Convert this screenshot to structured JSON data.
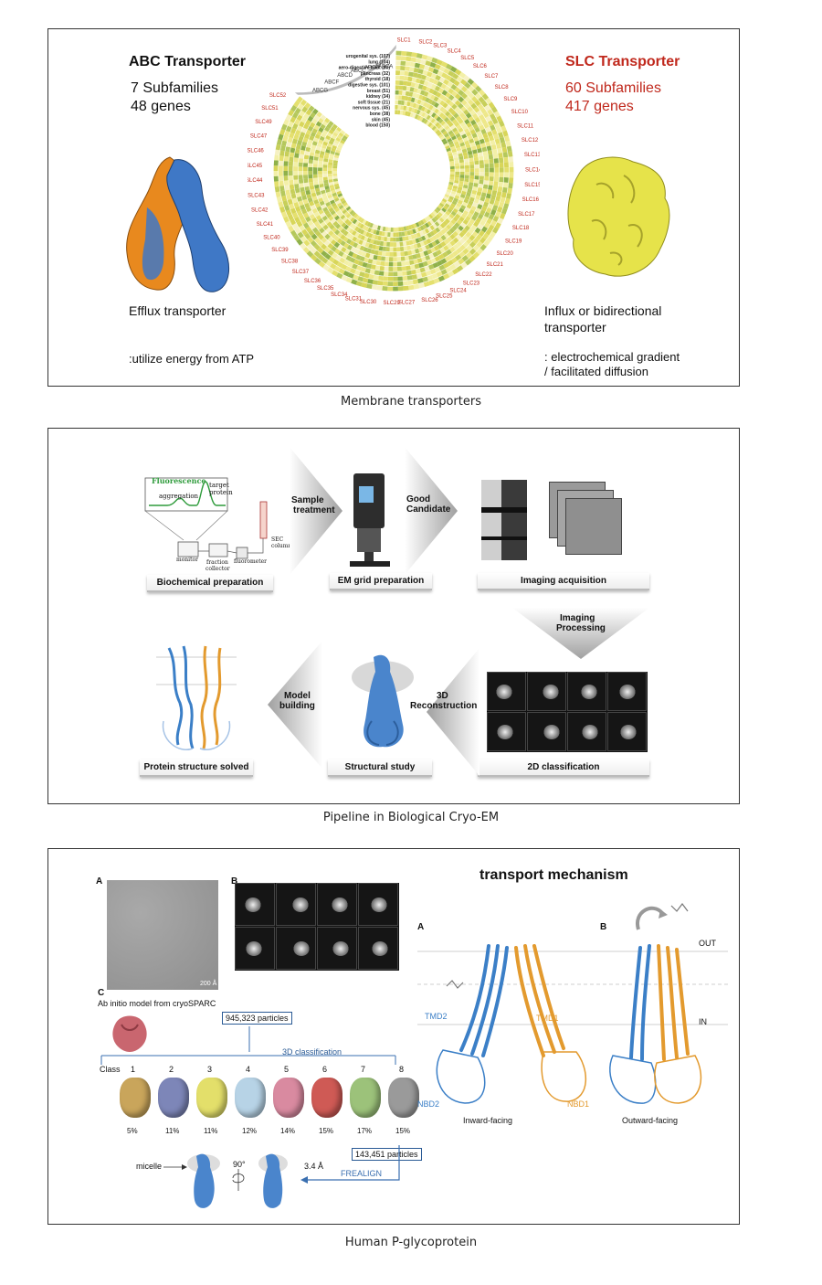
{
  "panel1": {
    "abc": {
      "title": "ABC Transporter",
      "subfamilies": "7 Subfamilies",
      "genes": "48 genes",
      "role": "Efflux transporter",
      "energy": ":utilize energy from ATP",
      "subfamily_labels": [
        "ABCG",
        "ABCF",
        "ABCD",
        "ABCC",
        "ABCB",
        "ABCA"
      ]
    },
    "slc": {
      "title": "SLC Transporter",
      "subfamilies": "60 Subfamilies",
      "genes": "417 genes",
      "role_line1": "Influx or bidirectional",
      "role_line2": "transporter",
      "mechanism_line1": ": electrochemical gradient",
      "mechanism_line2": "/ facilitated diffusion"
    },
    "tissues": [
      "urogenital sys. (107)",
      "lung (104)",
      "aero-digestive tract (80)",
      "pancreas (32)",
      "thyroid (18)",
      "digestive sys. (101)",
      "breast (51)",
      "kidney (34)",
      "soft tissue (21)",
      "nervous sys. (45)",
      "bone (38)",
      "skin (45)",
      "blood (150)"
    ],
    "slc_right": [
      "SLC1",
      "SLC2",
      "SLC3",
      "SLC4",
      "SLC5",
      "SLC6",
      "SLC7",
      "SLC8",
      "SLC9",
      "SLC10",
      "SLC11",
      "SLC12",
      "SLC13",
      "SLC14",
      "SLC15",
      "SLC16",
      "SLC17",
      "SLC18",
      "SLC19",
      "SLC20",
      "SLC21",
      "SLC22",
      "SLC23",
      "SLC24",
      "SLC25",
      "SLC26",
      "SLC27",
      "SLC29",
      "SLC30",
      "SLC31",
      "SLC34",
      "SLC35",
      "SLC36",
      "SLC37",
      "SLC38",
      "SLC39",
      "SLC40",
      "SLC41",
      "SLC42",
      "SLC43",
      "SLC44",
      "SLC45",
      "SLC46",
      "SLC47",
      "SLC49",
      "SLC51",
      "SLC52"
    ],
    "colors": {
      "abc_blue": "#3f78c6",
      "abc_orange": "#e8891e",
      "slc_yellow": "#e6e34a",
      "label_red": "#c0281c"
    }
  },
  "caption1": "Membrane transporters",
  "panel2": {
    "steps": {
      "biochem": "Biochemical preparation",
      "grid": "EM grid preparation",
      "imaging": "Imaging acquisition",
      "classification": "2D classification",
      "structural": "Structural study",
      "solved": "Protein structure solved"
    },
    "arrows": {
      "sample": [
        "Sample",
        "treatment"
      ],
      "good": [
        "Good",
        "Candidate"
      ],
      "processing": [
        "Imaging",
        "Processing"
      ],
      "recon": [
        "3D",
        "Reconstruction"
      ],
      "model": [
        "Model",
        "building"
      ]
    },
    "sec": {
      "fluorescence": "Fluorescence",
      "aggregation": "aggregation",
      "target": "target",
      "protein": "protein",
      "sec1": "SEC",
      "sec2": "column",
      "monitor": "monitor",
      "fraction1": "fraction",
      "fraction2": "collector",
      "fluorometer": "fluorometer"
    }
  },
  "caption2": "Pipeline in Biological Cryo-EM",
  "panel3": {
    "labels": {
      "a": "A",
      "b": "B",
      "c": "C",
      "a2": "A",
      "b2": "B"
    },
    "scale": "200 Å",
    "ab_initio": "Ab initio model from cryoSPARC",
    "particles1": "945,323 particles",
    "classification": "3D classification",
    "class_word": "Class",
    "classes": [
      {
        "n": "1",
        "pct": "5%",
        "color": "#c9a55b"
      },
      {
        "n": "2",
        "pct": "11%",
        "color": "#7d86b8"
      },
      {
        "n": "3",
        "pct": "11%",
        "color": "#e3df6a"
      },
      {
        "n": "4",
        "pct": "12%",
        "color": "#b7d3e6"
      },
      {
        "n": "5",
        "pct": "14%",
        "color": "#d98aa0"
      },
      {
        "n": "6",
        "pct": "15%",
        "color": "#cf5a55"
      },
      {
        "n": "7",
        "pct": "17%",
        "color": "#9cc27a"
      },
      {
        "n": "8",
        "pct": "15%",
        "color": "#9a9a9a"
      }
    ],
    "particles2": "143,451 particles",
    "resolution": "3.4 Å",
    "frealign": "FREALIGN",
    "micelle": "micelle",
    "rotation": "90°",
    "mechanism_title": "transport mechanism",
    "out": "OUT",
    "in": "IN",
    "tmd2": "TMD2",
    "tmd1": "TMD1",
    "nbd2": "NBD2",
    "nbd1": "NBD1",
    "inward": "Inward-facing",
    "outward": "Outward-facing",
    "colors": {
      "blue": "#3b7fc7",
      "orange": "#e39a2e"
    }
  },
  "caption3": "Human P-glycoprotein"
}
